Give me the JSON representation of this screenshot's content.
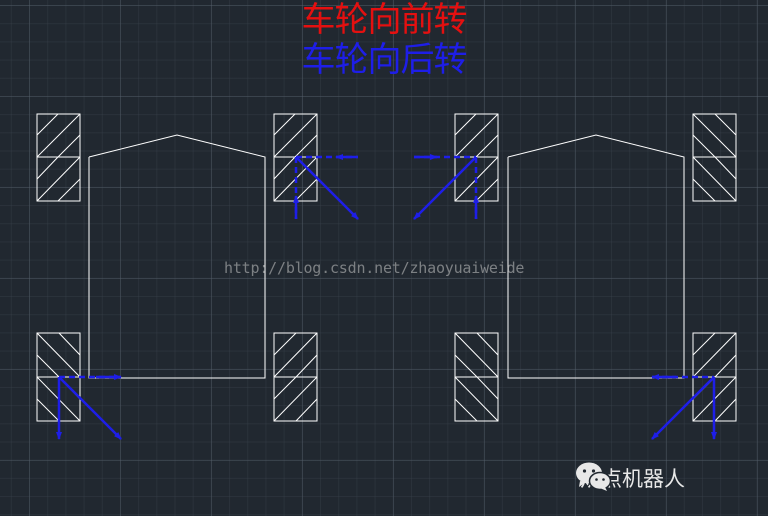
{
  "labels": {
    "forward": "车轮向前转",
    "backward": "车轮向后转"
  },
  "colors": {
    "forward": "#e41010",
    "backward": "#1e1ee8",
    "lines": "#ffffff",
    "background": "#212830"
  },
  "watermark": "http://blog.csdn.net/zhaoyuaiweide",
  "brand": {
    "name": "炽点机器人",
    "icon": "wechat-icon"
  }
}
